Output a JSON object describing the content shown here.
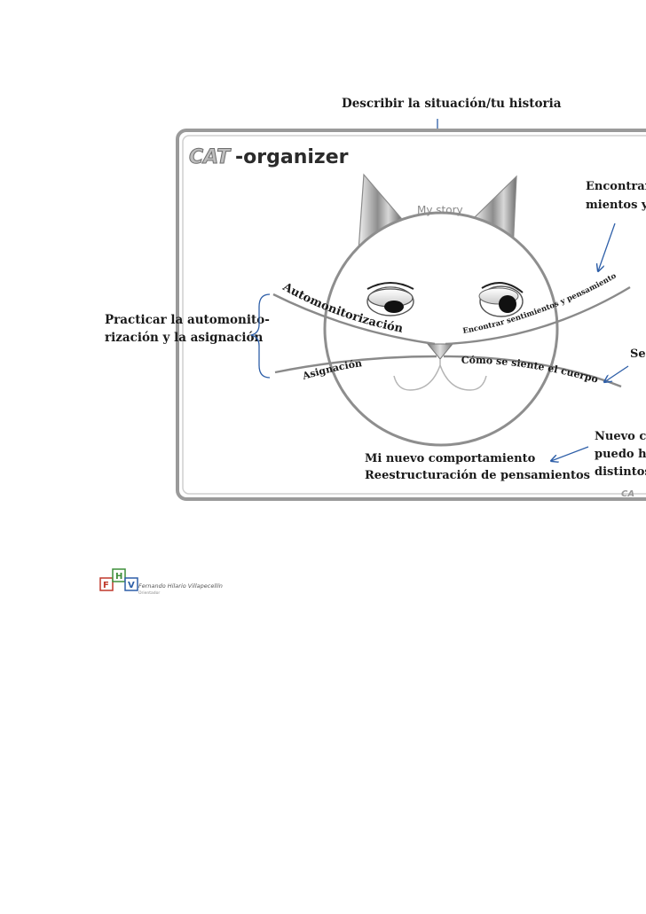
{
  "diagram": {
    "top_annotation": "Describir la situación/tu historia",
    "left_annotation_line1": "Practicar la automonito-",
    "left_annotation_line2": "rización y la asignación",
    "right_top_line1": "Encontrar",
    "right_top_line2": "mientos y",
    "right_mid": "Sen",
    "right_bottom_line1": "Nuevo co",
    "right_bottom_line2": "puedo ha",
    "right_bottom_line3": "distintos",
    "bottom_line1": "Mi nuevo comportamiento",
    "bottom_line2": "Reestructuración de pensamientos"
  },
  "card": {
    "title_cat": "CAT",
    "title_rest": "-organizer",
    "my_story": "My story",
    "arc_automonitorizacion": "Automonitorización",
    "arc_encontrar": "Encontrar sentimientos y pensamientos",
    "arc_asignacion": "Asignación",
    "arc_como_se_siente": "Cómo se siente el cuerpo",
    "corner_logo": "CA"
  },
  "footer": {
    "logo_letters": [
      "F",
      "H",
      "V"
    ],
    "author": "Fernando Hilario Villapecellín",
    "author_sub": "Orientador"
  },
  "colors": {
    "arrow": "#2e5fa8",
    "cat_outline": "#8a8a8a",
    "card_border": "#999999",
    "logo_red": "#c0392b",
    "logo_green": "#3f8f3a",
    "logo_blue": "#2e5fa8"
  }
}
